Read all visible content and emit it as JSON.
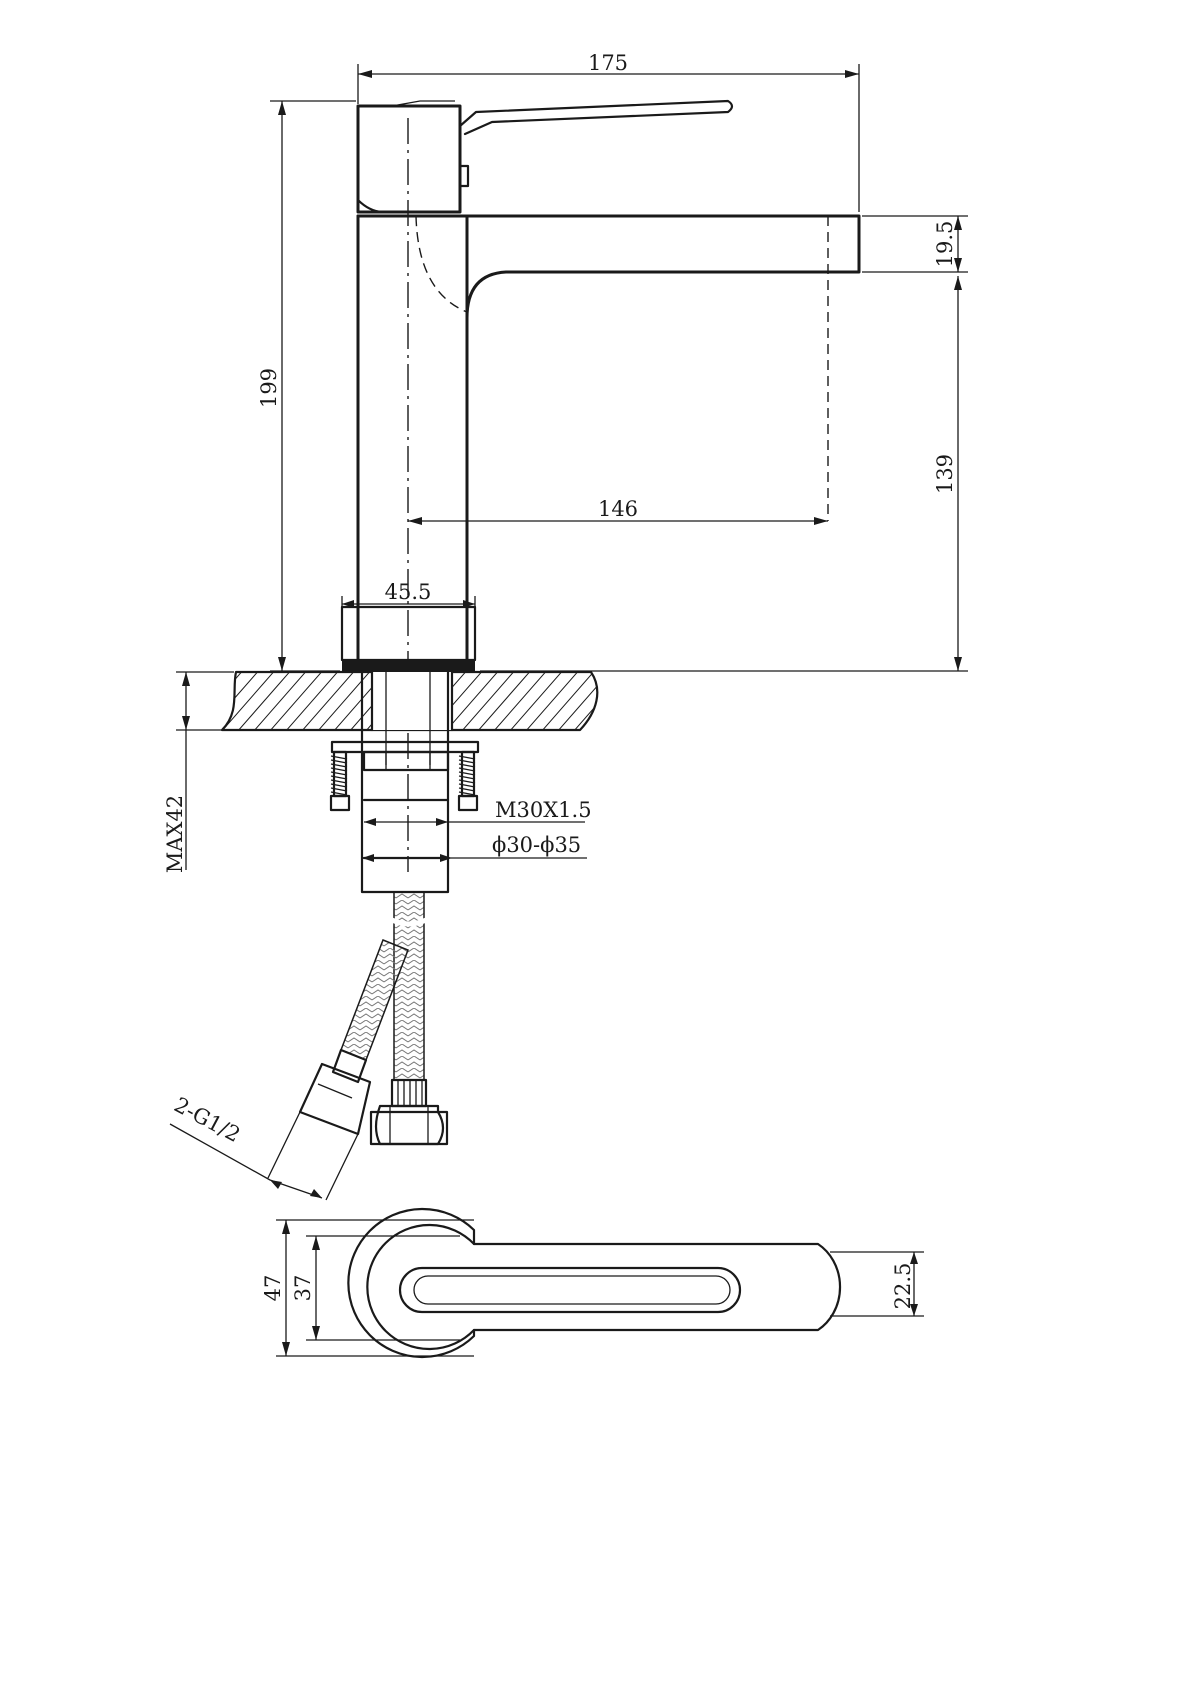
{
  "dimensions": {
    "overall_length": "175",
    "total_height": "199",
    "spout_thickness": "19.5",
    "spout_clearance_height": "139",
    "spout_reach": "146",
    "base_diameter": "45.5",
    "thread": "M30X1.5",
    "hole_diameter": "ϕ30-ϕ35",
    "max_counter_thickness": "MAX42",
    "hose_connection": "2-G1/2",
    "top_view_outer_width": "47",
    "top_view_inner_width": "37",
    "lever_width": "22.5"
  }
}
